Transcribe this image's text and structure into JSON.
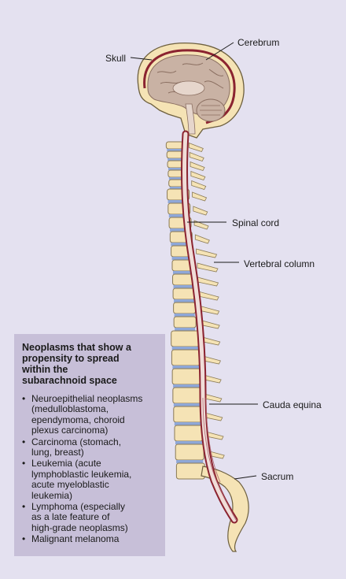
{
  "labels": {
    "skull": "Skull",
    "cerebrum": "Cerebrum",
    "spinal_cord": "Spinal cord",
    "vertebral_column": "Vertebral column",
    "cauda_equina": "Cauda equina",
    "sacrum": "Sacrum"
  },
  "panel": {
    "title": "Neoplasms that show a\npropensity to spread\nwithin the\nsubarachnoid space",
    "items": [
      "Neuroepithelial neoplasms\n(medulloblastoma,\nependymoma, choroid\nplexus carcinoma)",
      "Carcinoma (stomach,\nlung, breast)",
      "Leukemia (acute\nlymphoblastic leukemia,\nacute myeloblastic\nleukemia)",
      "Lymphoma (especially\nas a late feature of\nhigh-grade neoplasms)",
      "Malignant melanoma"
    ]
  },
  "colors": {
    "background": "#e4e1f0",
    "panel": "#c7bfd8",
    "bone": "#f5e3b5",
    "bone_outline": "#8a7a55",
    "disc": "#8ea7d8",
    "brain": "#c9b2a4",
    "dura": "#8b2330",
    "cord": "#f0ddd8"
  }
}
